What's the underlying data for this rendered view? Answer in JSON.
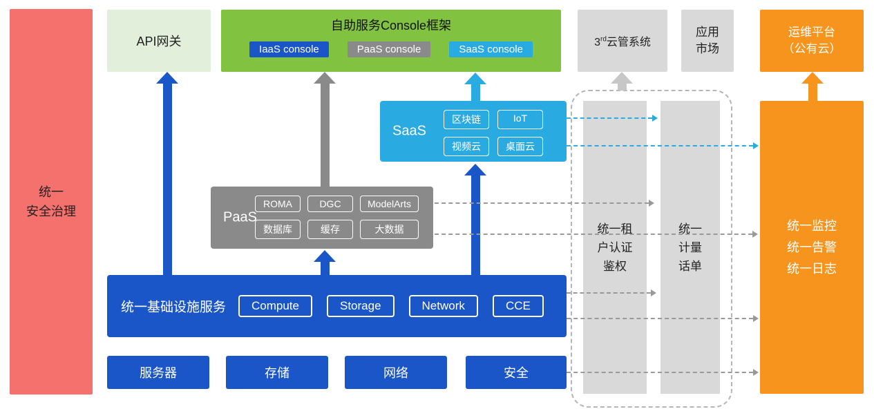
{
  "security": {
    "line1": "统一",
    "line2": "安全治理"
  },
  "api_gateway": {
    "label": "API网关"
  },
  "console": {
    "title": "自助服务Console框架",
    "iaas": "IaaS console",
    "paas": "PaaS console",
    "saas": "SaaS console"
  },
  "third_party": {
    "pre": "3",
    "sup": "rd",
    "post": "云管系统"
  },
  "app_market": {
    "line1": "应用",
    "line2": "市场"
  },
  "om_platform": {
    "line1": "运维平台",
    "line2": "（公有云）"
  },
  "saas": {
    "label": "SaaS",
    "items": [
      "区块链",
      "IoT",
      "视频云",
      "桌面云"
    ]
  },
  "paas": {
    "label": "PaaS",
    "items": [
      "ROMA",
      "DGC",
      "ModelArts",
      "数据库",
      "缓存",
      "大数据"
    ]
  },
  "iaas": {
    "label": "统一基础设施服务",
    "items": [
      "Compute",
      "Storage",
      "Network",
      "CCE"
    ]
  },
  "hardware": {
    "items": [
      "服务器",
      "存储",
      "网络",
      "安全"
    ]
  },
  "auth": {
    "line1": "统一租",
    "line2": "户认证",
    "line3": "鉴权"
  },
  "billing": {
    "line1": "统一",
    "line2": "计量",
    "line3": "话单"
  },
  "monitor": {
    "line1": "统一监控",
    "line2": "统一告警",
    "line3": "统一日志"
  },
  "colors": {
    "red": "#f5716e",
    "pale_green": "#e2efda",
    "green": "#82c241",
    "blue": "#1a56c8",
    "gray": "#8a8a8a",
    "light_gray": "#d9d9d9",
    "cyan": "#29abe2",
    "orange": "#f7941e"
  }
}
